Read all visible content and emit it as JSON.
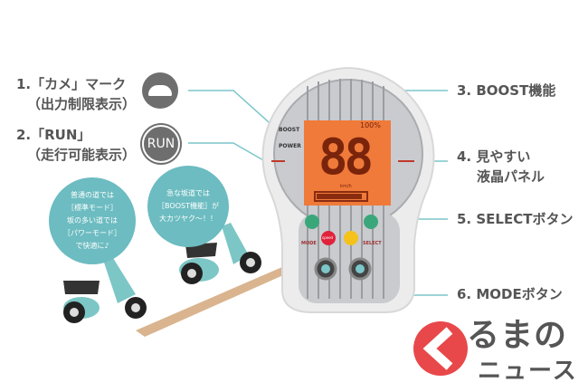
{
  "labels": {
    "item1_title": "1.「カメ」マーク",
    "item1_sub": "（出力制限表示）",
    "item2_title": "2.「RUN」",
    "item2_sub": "（走行可能表示）",
    "item3": "3. BOOST機能",
    "item4_line1": "4. 見やすい",
    "item4_line2": "液晶パネル",
    "item5": "5. SELECTボタン",
    "item6": "6. MODEボタン"
  },
  "icons": {
    "run_text": "RUN"
  },
  "bubbles": {
    "left": [
      "普通の道では",
      "［標準モード］",
      "坂の多い道では",
      "［パワーモード］",
      "で快適に♪"
    ],
    "right": [
      "急な坂道では",
      "［BOOST機能］が",
      "大カツヤク～！！"
    ]
  },
  "meter": {
    "speed": "88",
    "percent": "100%",
    "unit": "km/h",
    "boost_label": "BOOST",
    "power_label": "POWER",
    "mode_label": "MODE",
    "select_label": "SELECT",
    "speed_button": "speed"
  },
  "logo": {
    "line1": "るまの",
    "line2": "ニュース"
  },
  "colors": {
    "accent": "#6cbcc1",
    "lcd": "#f07a3a",
    "logo_red": "#e8484a"
  }
}
